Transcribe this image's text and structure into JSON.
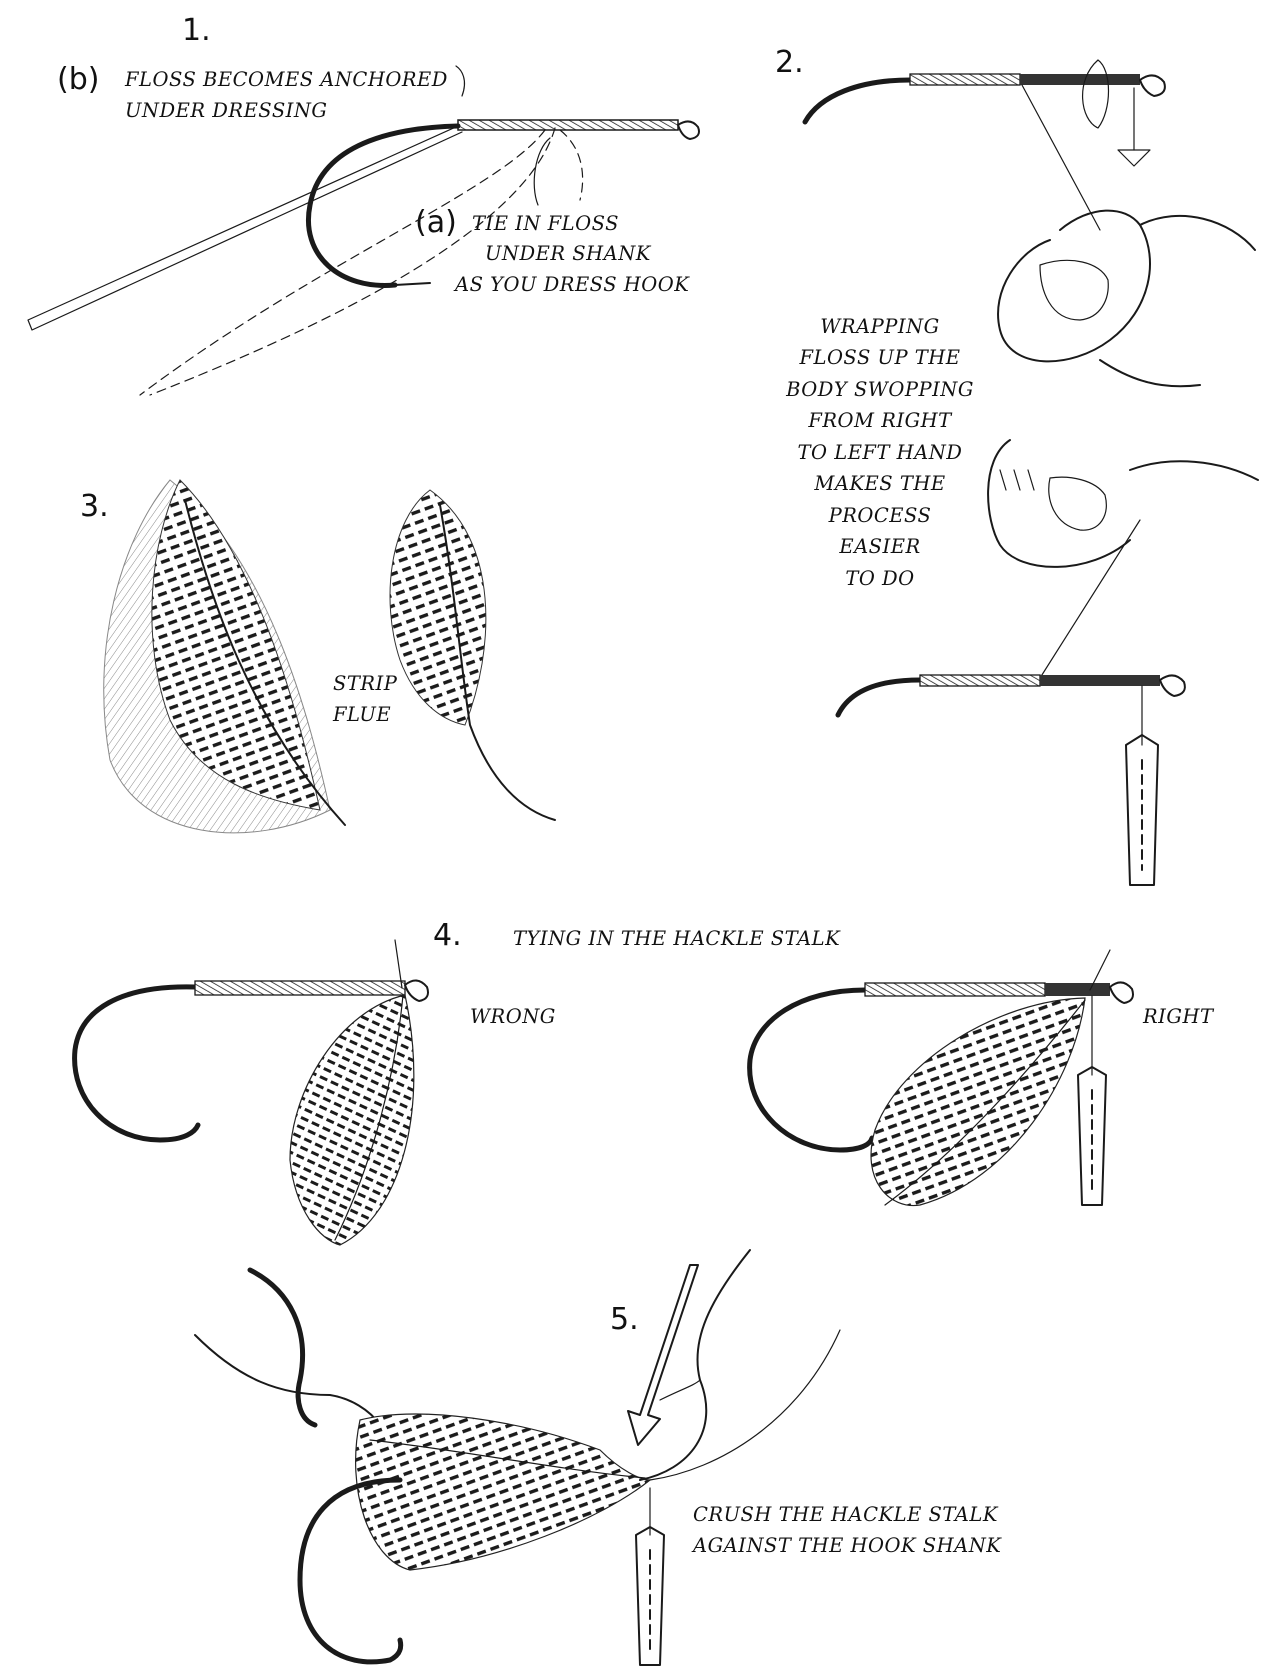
{
  "steps": {
    "step1": {
      "number": "1.",
      "label_b_marker": "(b)",
      "label_b_lines": [
        "FLOSS BECOMES ANCHORED",
        "UNDER DRESSING"
      ],
      "label_a_marker": "(a)",
      "label_a_lines": [
        "TIE IN FLOSS",
        "UNDER SHANK",
        "AS YOU DRESS HOOK"
      ]
    },
    "step2": {
      "number": "2.",
      "note_lines": [
        "WRAPPING",
        "FLOSS UP THE",
        "BODY SWOPPING",
        "FROM RIGHT",
        "TO LEFT HAND",
        "MAKES THE",
        "PROCESS",
        "EASIER",
        "TO DO"
      ]
    },
    "step3": {
      "number": "3.",
      "note_lines": [
        "STRIP",
        "FLUE"
      ]
    },
    "step4": {
      "number": "4.",
      "title": "TYING IN THE HACKLE STALK",
      "wrong_label": "WRONG",
      "right_label": "RIGHT"
    },
    "step5": {
      "number": "5.",
      "note_lines": [
        "CRUSH THE HACKLE STALK",
        "AGAINST THE HOOK SHANK"
      ]
    }
  }
}
